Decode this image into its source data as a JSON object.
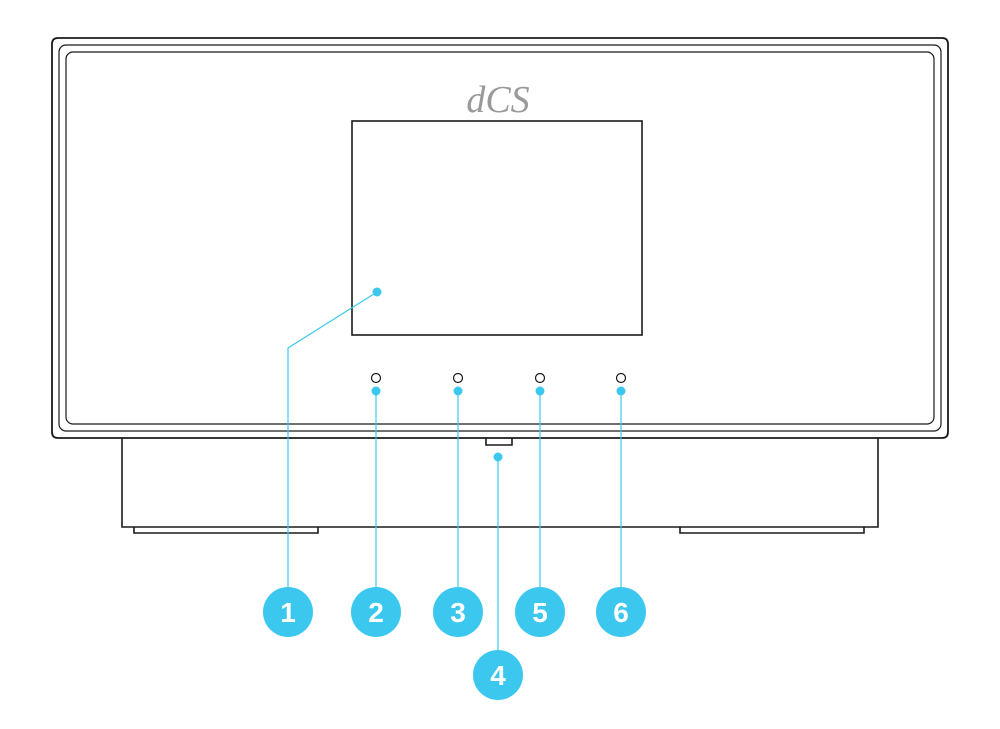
{
  "brand": "dCS",
  "colors": {
    "outline": "#1a1a1a",
    "accent": "#3cc8ee",
    "label_text": "#ffffff",
    "brand_text": "#9a9a9a"
  },
  "callouts": [
    {
      "label": "1",
      "target": "display-screen"
    },
    {
      "label": "2",
      "target": "front-button-1"
    },
    {
      "label": "3",
      "target": "front-button-2"
    },
    {
      "label": "4",
      "target": "ir-receiver"
    },
    {
      "label": "5",
      "target": "front-button-3"
    },
    {
      "label": "6",
      "target": "front-button-4"
    }
  ]
}
